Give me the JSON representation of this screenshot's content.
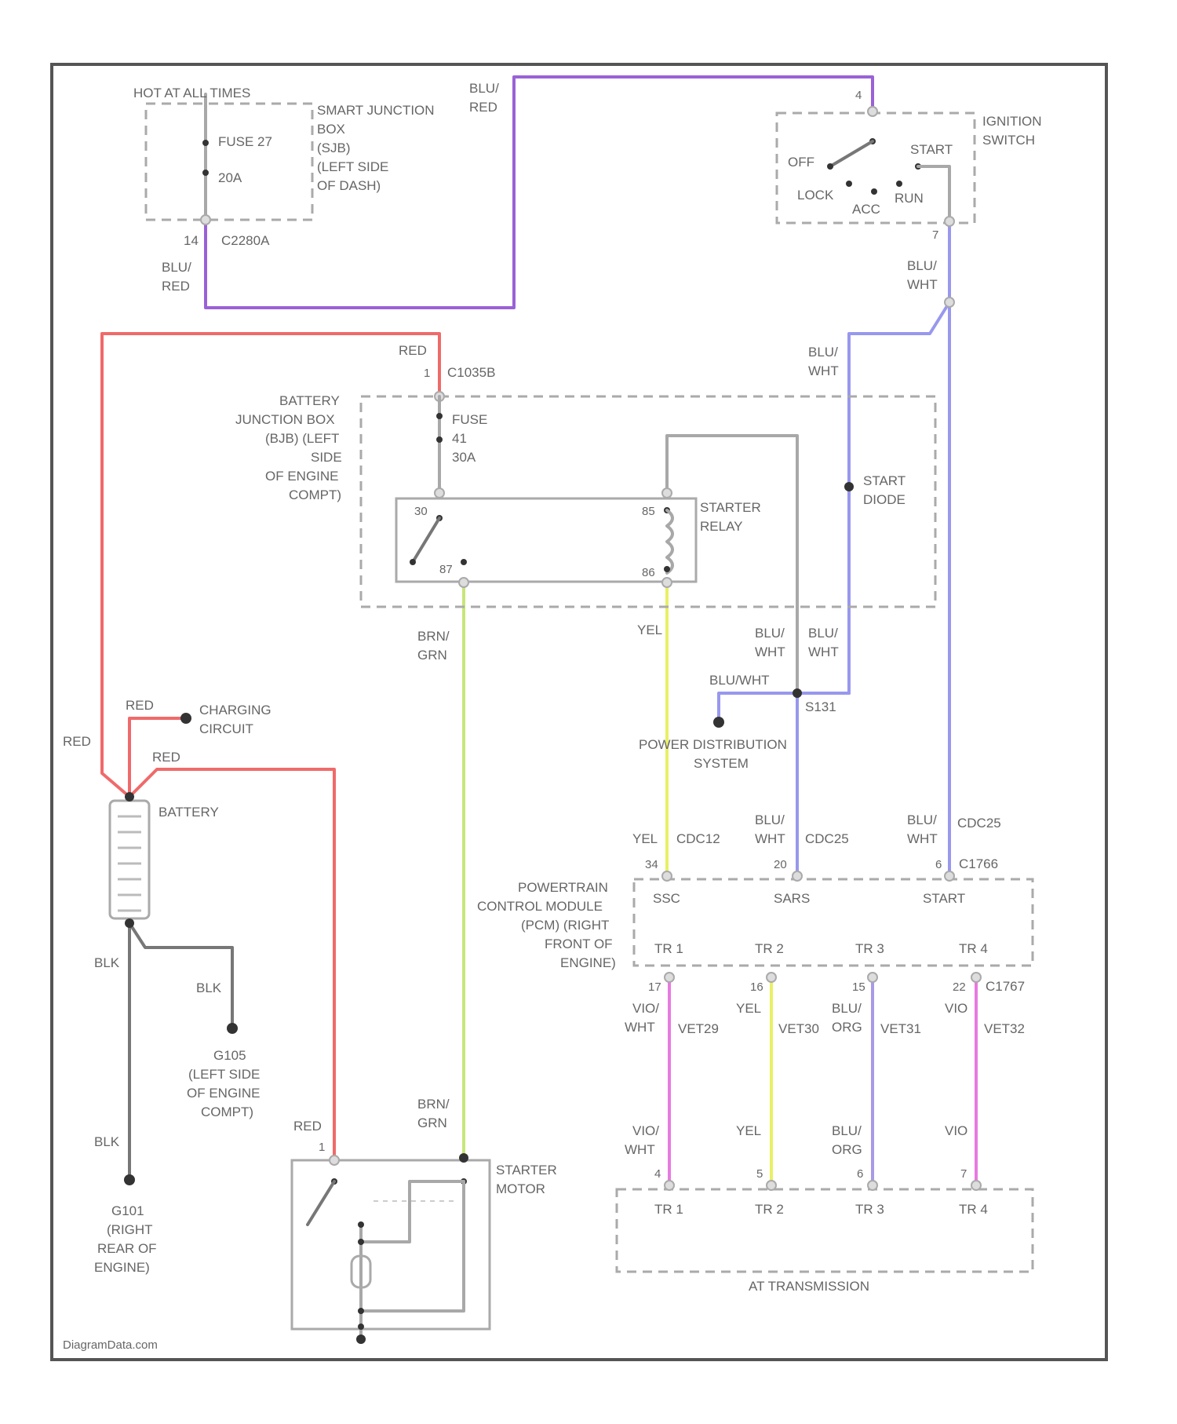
{
  "title": "",
  "watermark": "DiagramData.com",
  "labels": {
    "hot_at_all_times": "HOT AT ALL TIMES",
    "sjb": [
      "SMART JUNCTION",
      "BOX",
      "(SJB)",
      "(LEFT SIDE",
      "OF DASH)"
    ],
    "fuse27": "FUSE 27",
    "fuse27_amp": "20A",
    "c2280a_pin": "14",
    "c2280a": "C2280A",
    "ign_switch": [
      "IGNITION",
      "SWITCH"
    ],
    "off": "OFF",
    "start_pos": "START",
    "lock": "LOCK",
    "acc": "ACC",
    "run": "RUN",
    "ign_pin_top": "4",
    "ign_pin_bot": "7",
    "c1035b_pin": "1",
    "c1035b": "C1035B",
    "bjb": [
      "BATTERY",
      "JUNCTION BOX",
      "(BJB) (LEFT",
      "SIDE",
      "OF ENGINE",
      "COMPT)"
    ],
    "fuse41": [
      "FUSE",
      "41",
      "30A"
    ],
    "starter_relay": [
      "STARTER",
      "RELAY"
    ],
    "relay_87": "87",
    "relay_30": "30",
    "relay_85": "85",
    "relay_86": "86",
    "start_diode": [
      "START",
      "DIODE"
    ],
    "power_dist": [
      "POWER DISTRIBUTION",
      "SYSTEM"
    ],
    "s131": "S131",
    "pcm": [
      "POWERTRAIN",
      "CONTROL MODULE",
      "(PCM) (RIGHT",
      "FRONT OF",
      "ENGINE)"
    ],
    "pcm_ssc": "SSC",
    "pcm_sars": "SARS",
    "pcm_start": "START",
    "pcm_pin_ssc": "34",
    "pcm_pin_sars": "20",
    "pcm_pin_start": "6",
    "c1766": "C1766",
    "cdc12": "CDC12",
    "cdc25a": "CDC25",
    "cdc25b": "CDC25",
    "tr1": "TR 1",
    "tr2": "TR 2",
    "tr3": "TR 3",
    "tr4": "TR 4",
    "pcm_tr_pins": [
      "17",
      "16",
      "15",
      "22"
    ],
    "c1767": "C1767",
    "vet29": "VET29",
    "vet30": "VET30",
    "vet31": "VET31",
    "vet32": "VET32",
    "trans_pins": [
      "4",
      "5",
      "6",
      "7"
    ],
    "at_transmission": "AT TRANSMISSION",
    "charging_circuit": [
      "CHARGING",
      "CIRCUIT"
    ],
    "battery": "BATTERY",
    "g105": [
      "G105",
      "(LEFT SIDE",
      "OF ENGINE",
      "COMPT)"
    ],
    "g101": [
      "G101",
      "(RIGHT",
      "REAR OF",
      "ENGINE)"
    ],
    "starter_motor": [
      "STARTER",
      "MOTOR"
    ],
    "starter_pin": "1"
  },
  "wires": {
    "blu_red": [
      "BLU/",
      "RED"
    ],
    "blu_wht": [
      "BLU/",
      "WHT"
    ],
    "red": "RED",
    "brn_grn": [
      "BRN/",
      "GRN"
    ],
    "yel": "YEL",
    "blu_wht_inline": "BLU/WHT",
    "blk": "BLK",
    "vio_wht": [
      "VIO/",
      "WHT"
    ],
    "blu_org": [
      "BLU/",
      "ORG"
    ],
    "vio": "VIO"
  },
  "colors": {
    "purple": "#9a62d6",
    "red": "#f06a6a",
    "yellow": "#e8f066",
    "yellow_green": "#c8e67a",
    "blue": "#9898ee",
    "pink": "#e87ae0",
    "lavender": "#a89ae6",
    "gray": "#a8a8a8"
  }
}
